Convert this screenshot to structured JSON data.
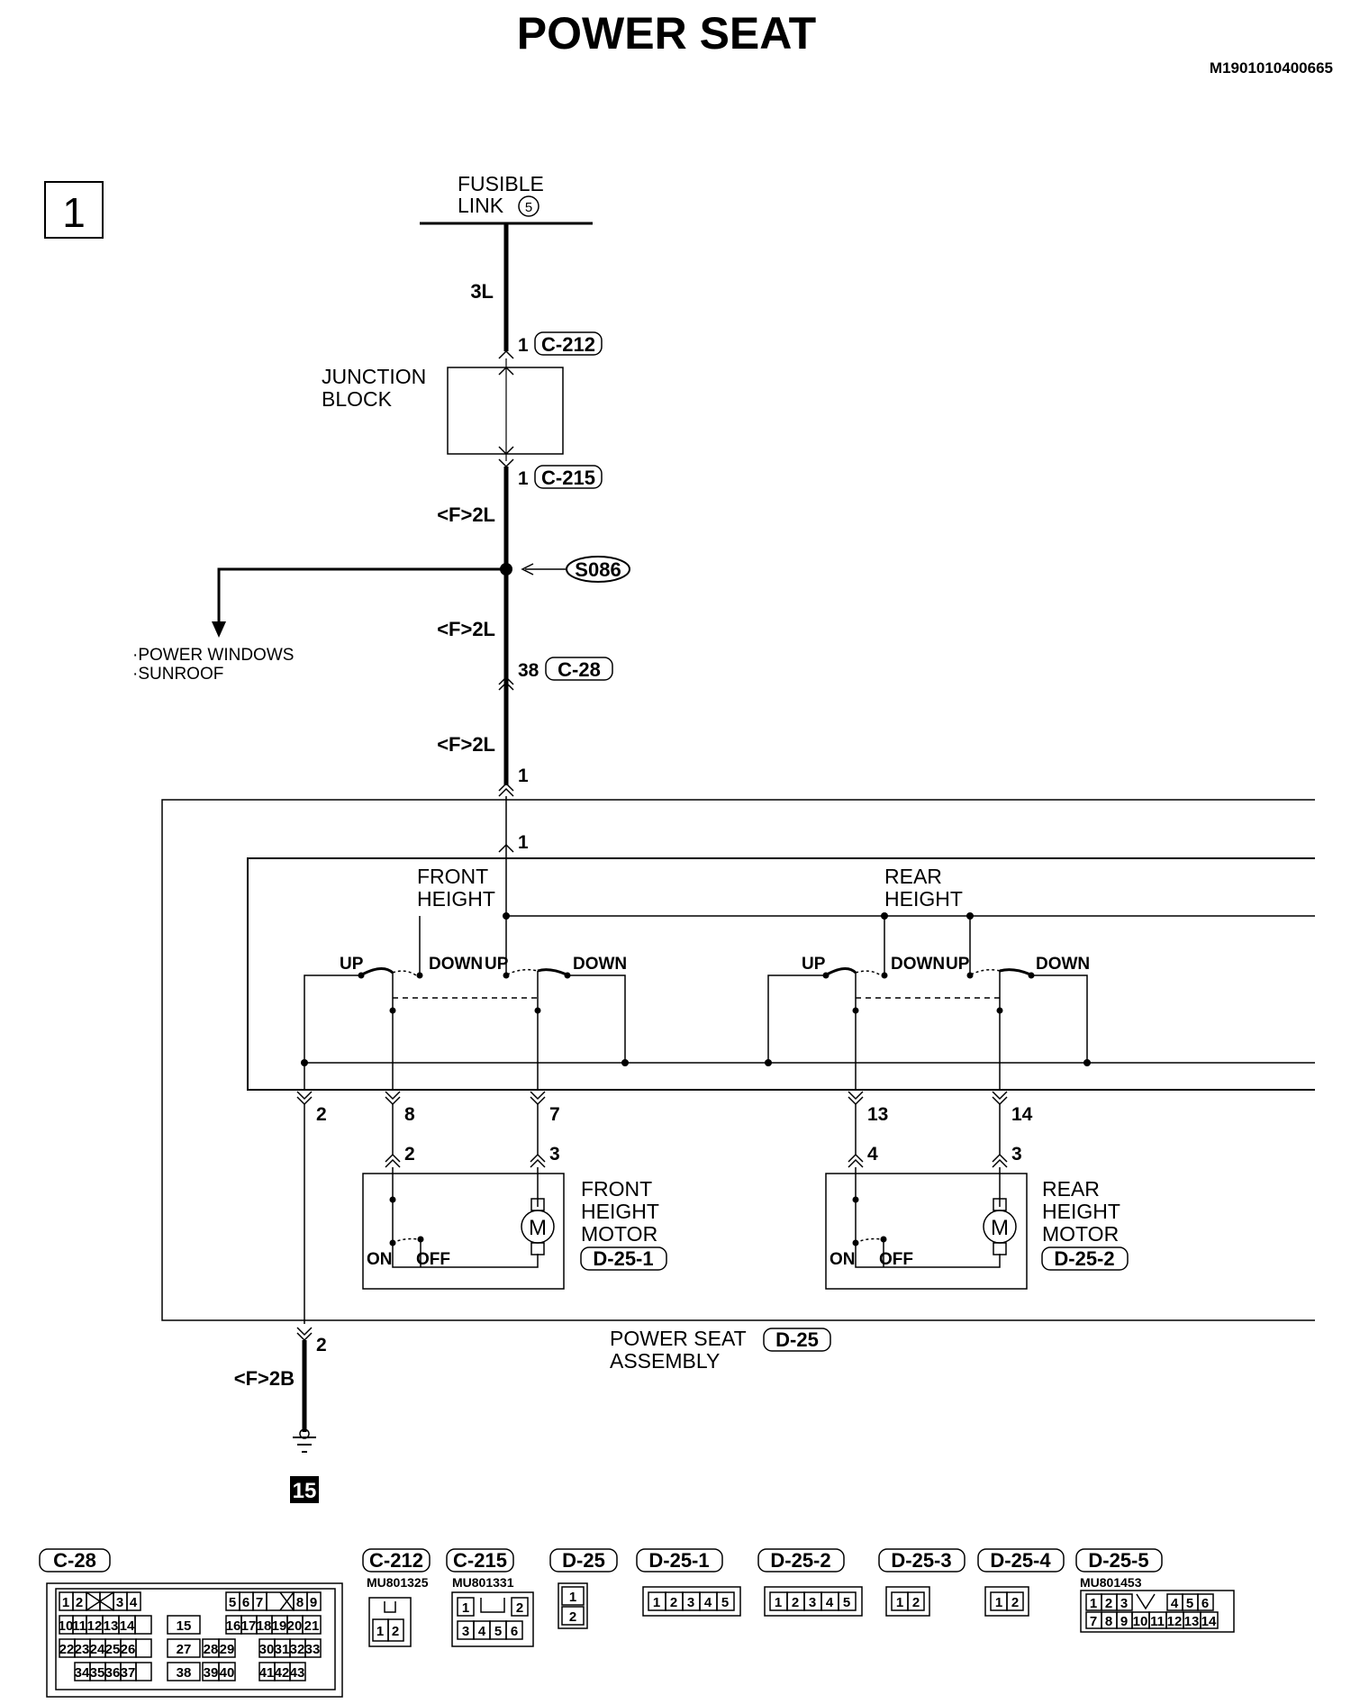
{
  "title": "POWER SEAT",
  "doc_code": "M1901010400665",
  "page_box": "1",
  "fusible_link": {
    "line1": "FUSIBLE",
    "line2": "LINK",
    "number": "5"
  },
  "junction_block": {
    "line1": "JUNCTION",
    "line2": "BLOCK"
  },
  "wires": {
    "w1": "3L",
    "w2": "<F>2L",
    "w3": "<F>2L",
    "w4": "<F>2L",
    "ground": "<F>2B"
  },
  "pins": {
    "c212": "1",
    "c215": "1",
    "c28": "38",
    "asm_in": "1",
    "sw_in": "1",
    "sw_out_a": "2",
    "sw_out_b": "8",
    "sw_out_c": "7",
    "sw_out_d": "13",
    "sw_out_e": "14",
    "fm_a": "2",
    "fm_b": "3",
    "rm_a": "4",
    "rm_b": "3",
    "ground_pin": "2"
  },
  "connectors": {
    "c212": "C-212",
    "c215": "C-215",
    "c28": "C-28",
    "splice": "S086",
    "d25_1": "D-25-1",
    "d25_2": "D-25-2",
    "d25": "D-25"
  },
  "branch": {
    "item1": "·POWER WINDOWS",
    "item2": "·SUNROOF"
  },
  "switches": {
    "front_line1": "FRONT",
    "front_line2": "HEIGHT",
    "rear_line1": "REAR",
    "rear_line2": "HEIGHT",
    "up": "UP",
    "down": "DOWN"
  },
  "motors": {
    "front": {
      "line1": "FRONT",
      "line2": "HEIGHT",
      "line3": "MOTOR"
    },
    "rear": {
      "line1": "REAR",
      "line2": "HEIGHT",
      "line3": "MOTOR"
    },
    "symbol": "M",
    "on": "ON",
    "off": "OFF"
  },
  "assembly": {
    "line1": "POWER SEAT",
    "line2": "ASSEMBLY"
  },
  "ground_ref": "15",
  "connector_views": {
    "c28": "C-28",
    "c212": "C-212",
    "c215": "C-215",
    "d25": "D-25",
    "d25_1": "D-25-1",
    "d25_2": "D-25-2",
    "d25_3": "D-25-3",
    "d25_4": "D-25-4",
    "d25_5": "D-25-5",
    "part_c212": "MU801325",
    "part_c215": "MU801331",
    "part_d25_5": "MU801453"
  }
}
